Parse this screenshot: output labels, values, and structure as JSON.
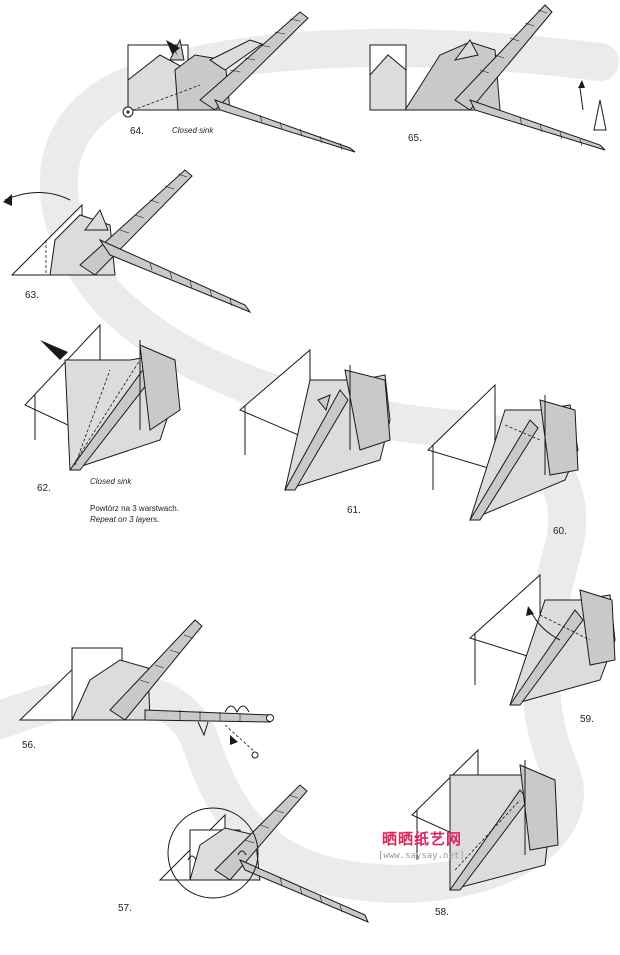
{
  "steps": [
    {
      "id": "64",
      "label": "64.",
      "caption": "Closed sink"
    },
    {
      "id": "65",
      "label": "65."
    },
    {
      "id": "63",
      "label": "63."
    },
    {
      "id": "62",
      "label": "62.",
      "caption": "Closed sink",
      "note_pl": "Powtórz na 3 warstwach.",
      "note_en": "Repeat on 3 layers."
    },
    {
      "id": "61",
      "label": "61."
    },
    {
      "id": "60",
      "label": "60."
    },
    {
      "id": "59",
      "label": "59."
    },
    {
      "id": "56",
      "label": "56."
    },
    {
      "id": "57",
      "label": "57."
    },
    {
      "id": "58",
      "label": "58."
    }
  ],
  "watermark": {
    "title": "晒晒纸艺网",
    "url": "[www.saysay.net]",
    "title_color": "#e0245e",
    "title_color2": "#2a7fd4"
  },
  "colors": {
    "path_band": "#ebebeb",
    "fill_dark": "#c9c9c9",
    "fill_light": "#dcdcdc"
  }
}
